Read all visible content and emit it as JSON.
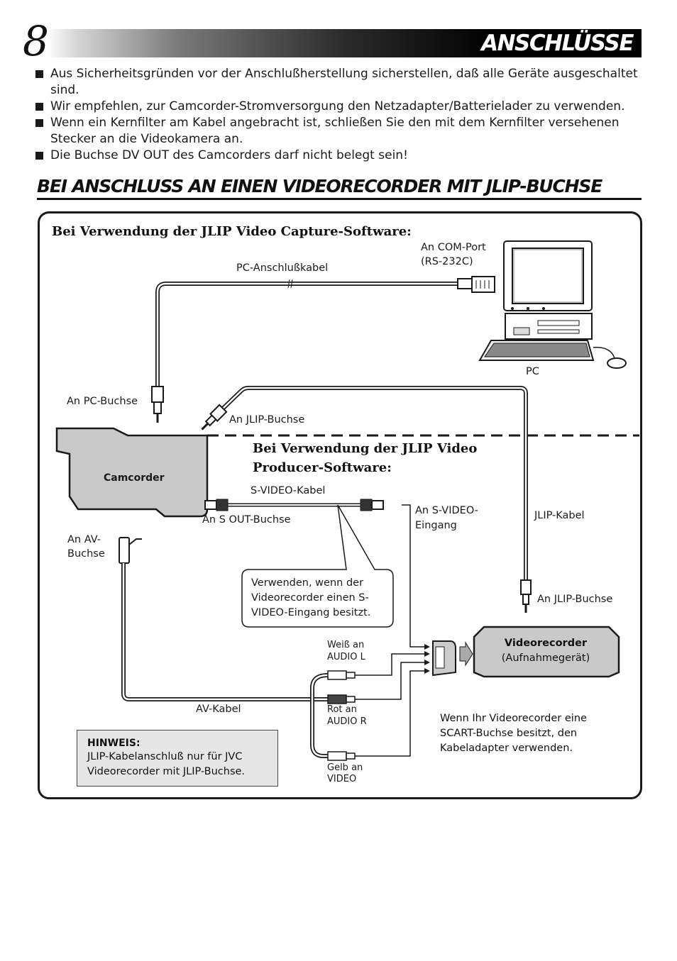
{
  "header": {
    "page_number": "8",
    "title": "ANSCHLÜSSE"
  },
  "bullets": [
    "Aus Sicherheitsgründen vor der Anschlußherstellung sicherstellen, daß alle Geräte ausgeschaltet sind.",
    "Wir empfehlen, zur Camcorder-Stromversorgung den Netzadapter/Batterielader zu verwenden.",
    "Wenn ein Kernfilter am Kabel angebracht ist, schließen Sie den mit dem Kernfilter versehenen Stecker an die Videokamera an.",
    "Die Buchse DV OUT des Camcorders darf nicht belegt sein!"
  ],
  "section_heading": "BEI ANSCHLUSS AN EINEN VIDEORECORDER MIT JLIP-BUCHSE",
  "diagram": {
    "capture_title": "Bei Verwendung der JLIP Video Capture-Software:",
    "producer_title_line1": "Bei Verwendung der JLIP Video",
    "producer_title_line2": "Producer-Software:",
    "com_port_line1": "An COM-Port",
    "com_port_line2": "(RS-232C)",
    "pc_cable": "PC-Anschlußkabel",
    "pc": "PC",
    "pc_jack": "An PC-Buchse",
    "jlip_jack_top": "An JLIP-Buchse",
    "camcorder": "Camcorder",
    "svideo_cable": "S-VIDEO-Kabel",
    "s_out": "An S OUT-Buchse",
    "svideo_in_line1": "An S-VIDEO-",
    "svideo_in_line2": "Eingang",
    "jlip_cable": "JLIP-Kabel",
    "av_jack_line1": "An AV-",
    "av_jack_line2": "Buchse",
    "callout": "Verwenden, wenn der Videorecorder einen S-VIDEO-Eingang besitzt.",
    "jlip_jack_vcr": "An JLIP-Buchse",
    "white_line1": "Weiß an",
    "white_line2": "AUDIO L",
    "vcr_title": "Videorecorder",
    "vcr_sub": "(Aufnahmegerät)",
    "av_cable": "AV-Kabel",
    "red_line1": "Rot an",
    "red_line2": "AUDIO R",
    "yellow_line1": "Gelb an",
    "yellow_line2": "VIDEO",
    "scart_note": "Wenn Ihr Videorecorder eine SCART-Buchse besitzt, den Kabeladapter verwenden."
  },
  "note": {
    "title": "HINWEIS:",
    "text": "JLIP-Kabelanschluß nur für JVC Videorecorder mit JLIP-Buchse."
  }
}
